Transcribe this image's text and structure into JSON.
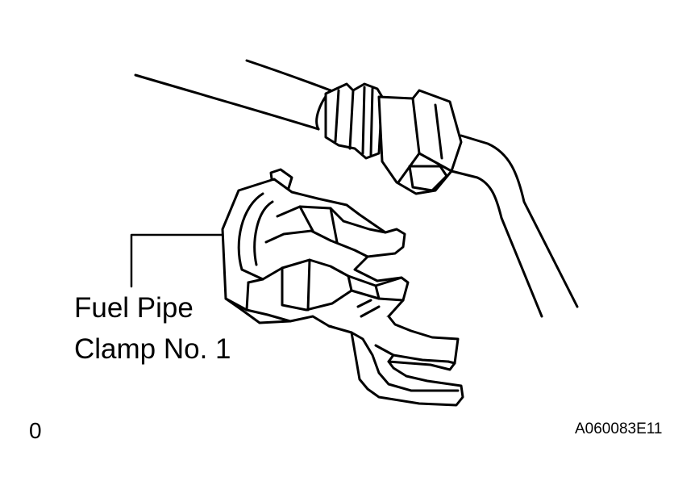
{
  "callout": {
    "line1": "Fuel Pipe",
    "line2": "Clamp No. 1"
  },
  "corner_left": "0",
  "figure_id": "A060083E11",
  "colors": {
    "ink": "#000000",
    "paper": "#ffffff"
  }
}
